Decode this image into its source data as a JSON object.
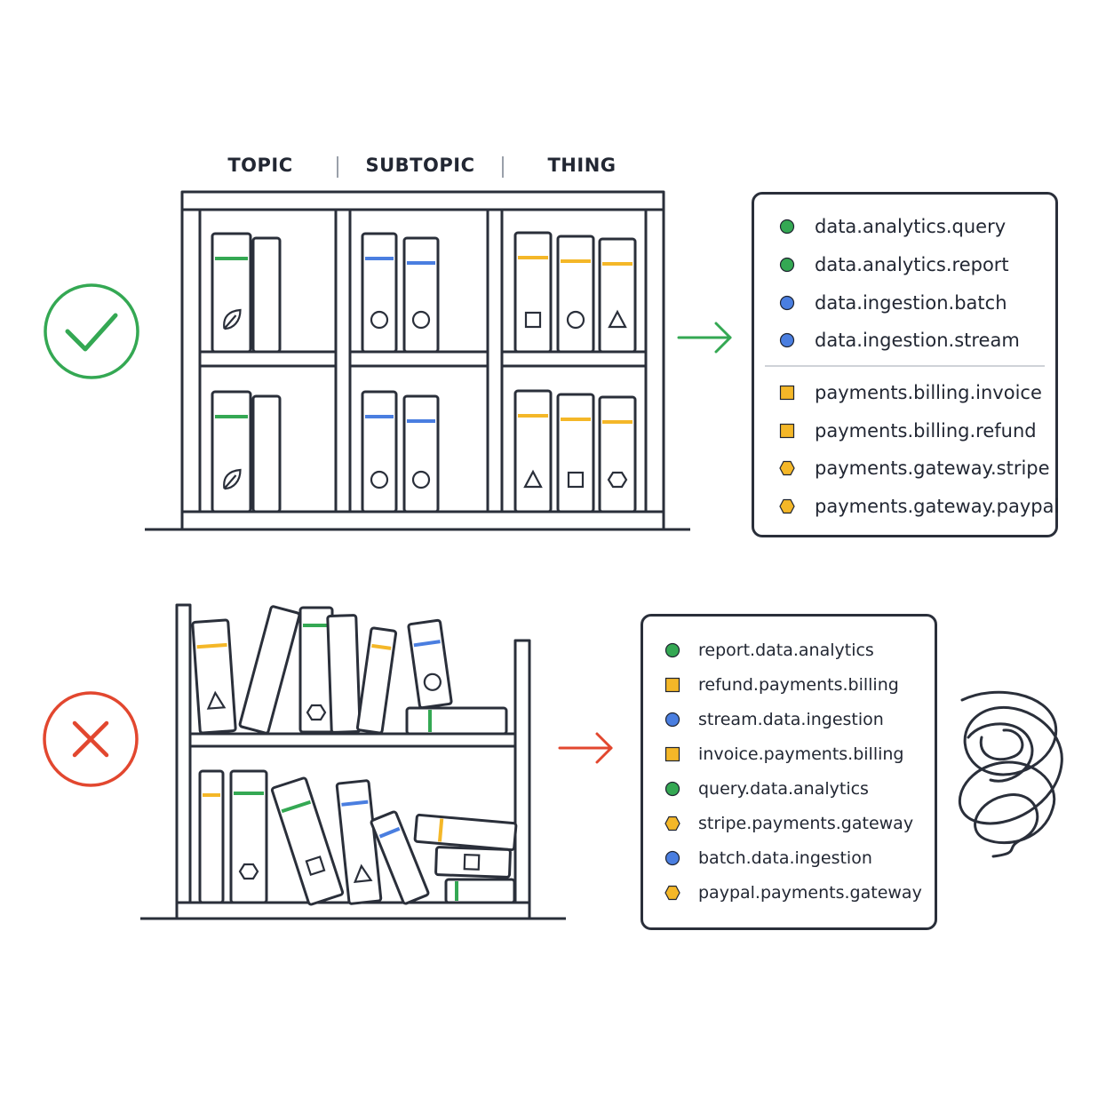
{
  "columns": [
    "TOPIC",
    "SUBTOPIC",
    "THING"
  ],
  "colors": {
    "ink": "#2a2f3a",
    "green": "#34a853",
    "blue": "#4a7ee0",
    "yellow": "#f4b728",
    "red": "#e2472f"
  },
  "good_list": {
    "groups": [
      [
        {
          "text": "data.analytics.query",
          "marker": "circle",
          "color": "green"
        },
        {
          "text": "data.analytics.report",
          "marker": "circle",
          "color": "green"
        },
        {
          "text": "data.ingestion.batch",
          "marker": "circle",
          "color": "blue"
        },
        {
          "text": "data.ingestion.stream",
          "marker": "circle",
          "color": "blue"
        }
      ],
      [
        {
          "text": "payments.billing.invoice",
          "marker": "square",
          "color": "yellow"
        },
        {
          "text": "payments.billing.refund",
          "marker": "square",
          "color": "yellow"
        },
        {
          "text": "payments.gateway.stripe",
          "marker": "hexagon",
          "color": "yellow"
        },
        {
          "text": "payments.gateway.paypal",
          "marker": "hexagon",
          "color": "yellow"
        }
      ]
    ]
  },
  "bad_list": {
    "items": [
      {
        "text": "report.data.analytics",
        "marker": "circle",
        "color": "green"
      },
      {
        "text": "refund.payments.billing",
        "marker": "square",
        "color": "yellow"
      },
      {
        "text": "stream.data.ingestion",
        "marker": "circle",
        "color": "blue"
      },
      {
        "text": "invoice.payments.billing",
        "marker": "square",
        "color": "yellow"
      },
      {
        "text": "query.data.analytics",
        "marker": "circle",
        "color": "green"
      },
      {
        "text": "stripe.payments.gateway",
        "marker": "hexagon",
        "color": "yellow"
      },
      {
        "text": "batch.data.ingestion",
        "marker": "circle",
        "color": "blue"
      },
      {
        "text": "paypal.payments.gateway",
        "marker": "hexagon",
        "color": "yellow"
      }
    ]
  },
  "icons": {
    "good": "checkmark-circle-icon",
    "bad": "x-circle-icon",
    "arrow": "arrow-right-icon",
    "tangle": "tangle-icon"
  }
}
